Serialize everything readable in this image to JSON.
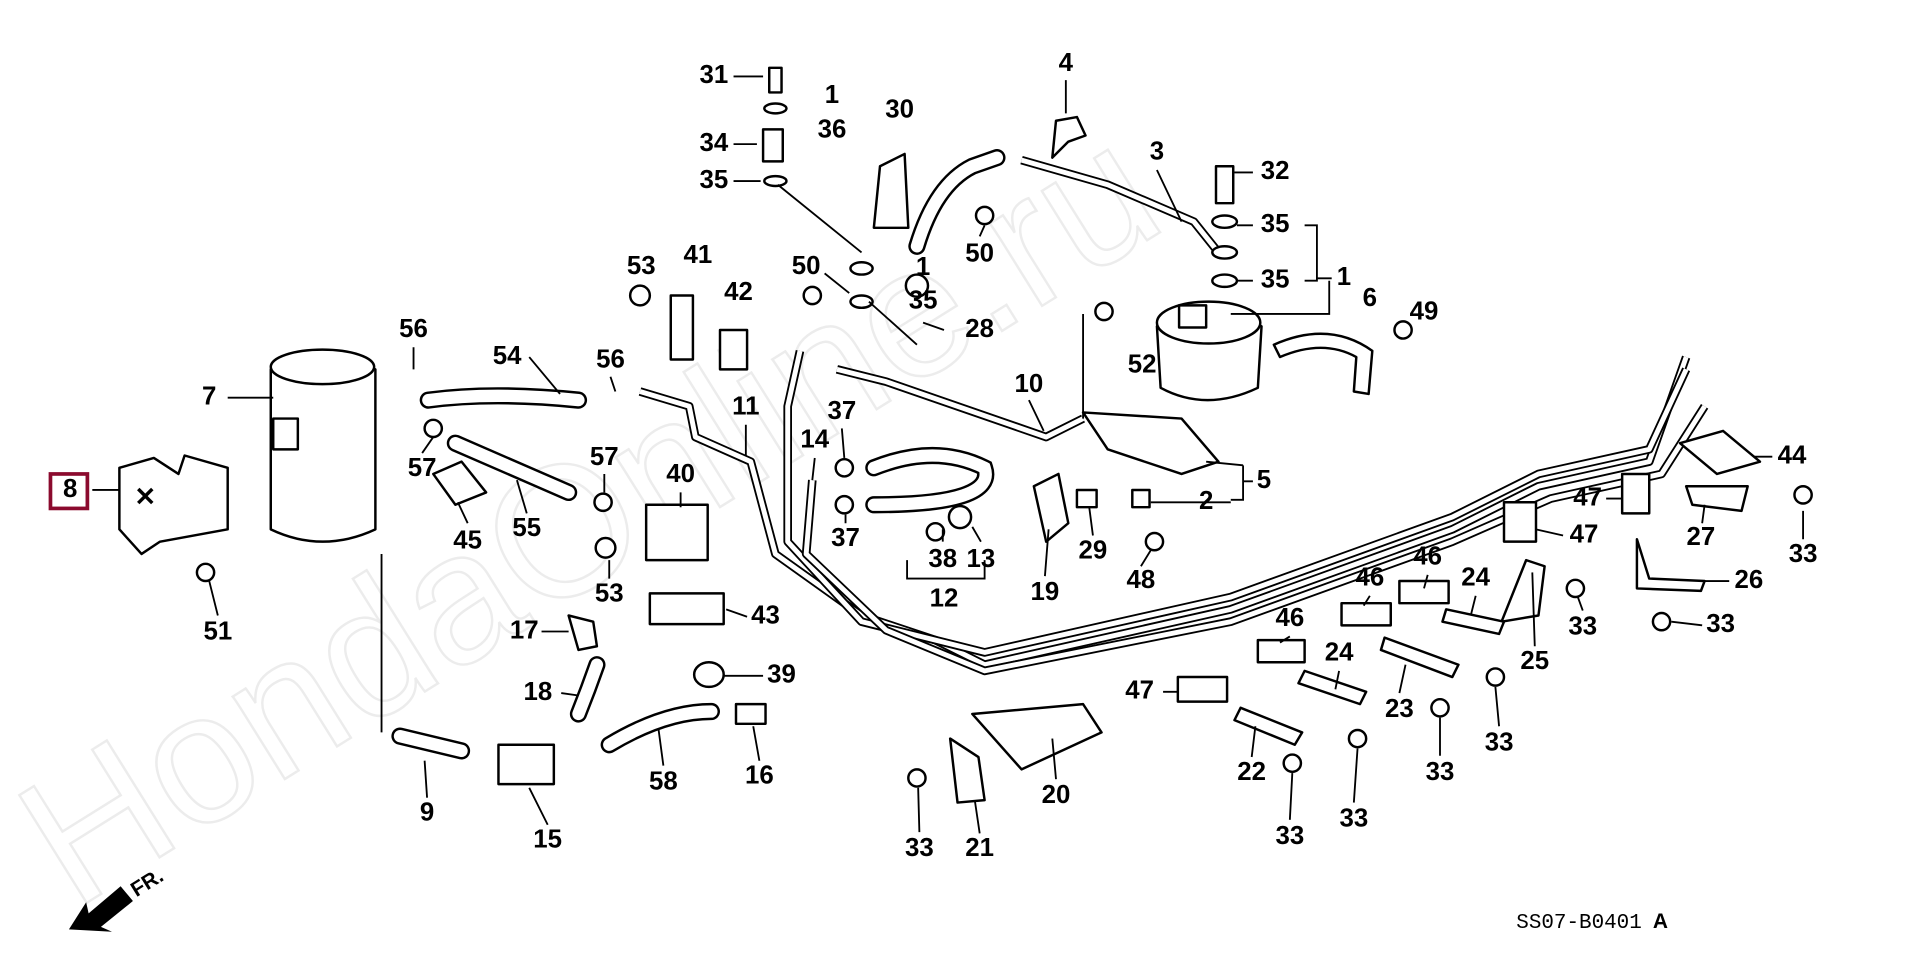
{
  "diagram": {
    "code": "SS07-B0401",
    "revision": "A",
    "direction_label": "FR.",
    "watermark": "HondaOnline.ru",
    "highlight_color": "#8b0a2e",
    "highlighted_callout": "8",
    "callouts": [
      "31",
      "1",
      "36",
      "34",
      "35",
      "30",
      "4",
      "3",
      "32",
      "35",
      "35",
      "1",
      "50",
      "50",
      "1",
      "35",
      "28",
      "53",
      "41",
      "42",
      "6",
      "49",
      "52",
      "56",
      "54",
      "56",
      "7",
      "11",
      "10",
      "37",
      "14",
      "5",
      "2",
      "44",
      "47",
      "47",
      "27",
      "33",
      "8",
      "57",
      "57",
      "45",
      "55",
      "40",
      "53",
      "43",
      "37",
      "38",
      "13",
      "12",
      "19",
      "29",
      "48",
      "46",
      "46",
      "24",
      "26",
      "33",
      "33",
      "25",
      "51",
      "17",
      "39",
      "18",
      "46",
      "24",
      "23",
      "47",
      "33",
      "16",
      "58",
      "9",
      "15",
      "20",
      "22",
      "33",
      "33",
      "33",
      "33",
      "21"
    ]
  }
}
